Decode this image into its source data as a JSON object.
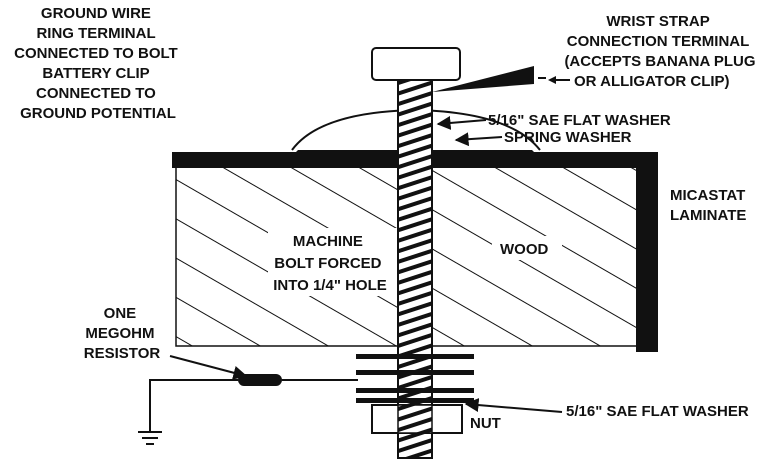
{
  "labels": {
    "ground_wire": [
      "GROUND WIRE",
      "RING TERMINAL",
      "CONNECTED TO BOLT",
      "BATTERY CLIP",
      "CONNECTED TO",
      "GROUND POTENTIAL"
    ],
    "wrist_strap": [
      "WRIST STRAP",
      "CONNECTION TERMINAL",
      "(ACCEPTS BANANA PLUG",
      "OR ALLIGATOR CLIP)"
    ],
    "flat_washer_top": "5/16\" SAE FLAT WASHER",
    "spring_washer": "SPRING WASHER",
    "micastat": [
      "MICASTAT",
      "LAMINATE"
    ],
    "wood": "WOOD",
    "machine_bolt": [
      "MACHINE",
      "BOLT FORCED",
      "INTO 1/4\" HOLE"
    ],
    "resistor": [
      "ONE",
      "MEGOHM",
      "RESISTOR"
    ],
    "nut": "NUT",
    "flat_washer_bottom": "5/16\" SAE FLAT WASHER"
  },
  "colors": {
    "ink": "#111111",
    "paper": "#ffffff"
  }
}
